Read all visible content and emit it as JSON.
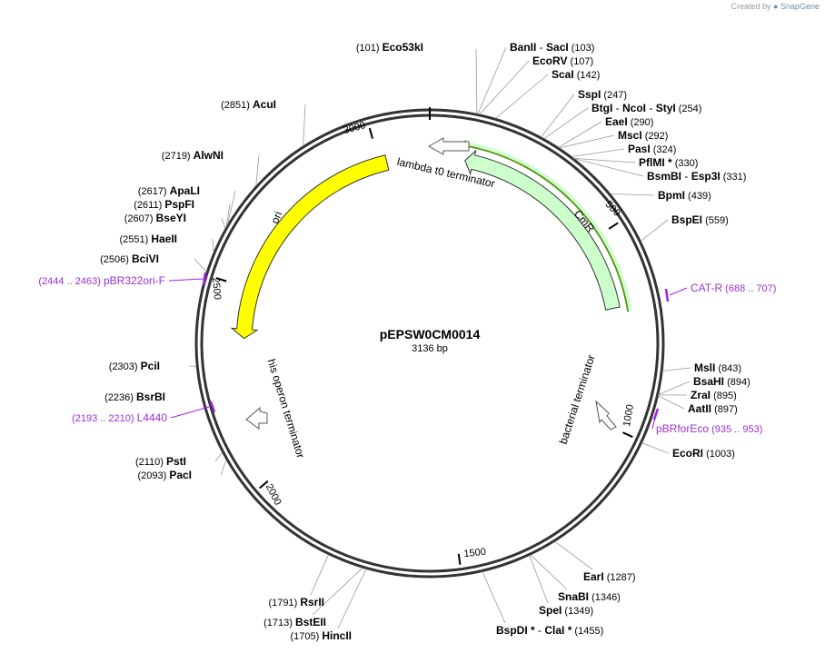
{
  "credit": {
    "prefix": "Created by",
    "brand": "SnapGene"
  },
  "plasmid": {
    "name": "pEPSW0CM0014",
    "length_label": "3136 bp",
    "length": 3136
  },
  "ticks": [
    "500",
    "1000",
    "1500",
    "2000",
    "2500",
    "3000"
  ],
  "features": [
    {
      "label": "lambda t0 terminator",
      "type": "terminator"
    },
    {
      "label": "CmR",
      "type": "cds"
    },
    {
      "label": "ori",
      "type": "origin"
    },
    {
      "label": "bacterial terminator",
      "type": "terminator"
    },
    {
      "label": "his operon terminator",
      "type": "terminator"
    }
  ],
  "sites": [
    {
      "name": "Eco53kI",
      "pos": "(101)"
    },
    {
      "name": "BanII",
      "name2": "SacI",
      "pos": "(103)"
    },
    {
      "name": "EcoRV",
      "pos": "(107)"
    },
    {
      "name": "ScaI",
      "pos": "(142)"
    },
    {
      "name": "SspI",
      "pos": "(247)"
    },
    {
      "name": "BtgI",
      "name2": "NcoI",
      "name3": "StyI",
      "pos": "(254)"
    },
    {
      "name": "EaeI",
      "pos": "(290)"
    },
    {
      "name": "MscI",
      "pos": "(292)"
    },
    {
      "name": "PasI",
      "pos": "(324)"
    },
    {
      "name": "PflMI *",
      "pos": "(330)"
    },
    {
      "name": "BsmBI",
      "name2": "Esp3I",
      "pos": "(331)"
    },
    {
      "name": "BpmI",
      "pos": "(439)"
    },
    {
      "name": "BspEI",
      "pos": "(559)"
    },
    {
      "name": "MslI",
      "pos": "(843)"
    },
    {
      "name": "BsaHI",
      "pos": "(894)"
    },
    {
      "name": "ZraI",
      "pos": "(895)"
    },
    {
      "name": "AatII",
      "pos": "(897)"
    },
    {
      "name": "EcoRI",
      "pos": "(1003)"
    },
    {
      "name": "EarI",
      "pos": "(1287)"
    },
    {
      "name": "SnaBI",
      "pos": "(1346)"
    },
    {
      "name": "SpeI",
      "pos": "(1349)"
    },
    {
      "name": "BspDI *",
      "name2": "ClaI *",
      "pos": "(1455)"
    },
    {
      "name": "HincII",
      "pos": "(1705)"
    },
    {
      "name": "BstEII",
      "pos": "(1713)"
    },
    {
      "name": "RsrII",
      "pos": "(1791)"
    },
    {
      "name": "PacI",
      "pos": "(2093)"
    },
    {
      "name": "PstI",
      "pos": "(2110)"
    },
    {
      "name": "BsrBI",
      "pos": "(2236)"
    },
    {
      "name": "PciI",
      "pos": "(2303)"
    },
    {
      "name": "BciVI",
      "pos": "(2506)"
    },
    {
      "name": "HaeII",
      "pos": "(2551)"
    },
    {
      "name": "BseYI",
      "pos": "(2607)"
    },
    {
      "name": "PspFI",
      "pos": "(2611)"
    },
    {
      "name": "ApaLI",
      "pos": "(2617)"
    },
    {
      "name": "AlwNI",
      "pos": "(2719)"
    },
    {
      "name": "AcuI",
      "pos": "(2851)"
    }
  ],
  "primers": [
    {
      "name": "CAT-R",
      "range": "(688 .. 707)"
    },
    {
      "name": "pBRforEco",
      "range": "(935 .. 953)"
    },
    {
      "name": "L4440",
      "range": "(2193 .. 2210)"
    },
    {
      "name": "pBR322ori-F",
      "range": "(2444 .. 2463)"
    }
  ],
  "colors": {
    "backbone": "#333333",
    "ori": "#ffff00",
    "cmr": "#ccffcc",
    "primer": "#a020f0",
    "primer_bar": "#5a9a1a",
    "primer_text": "#9b30d0"
  }
}
